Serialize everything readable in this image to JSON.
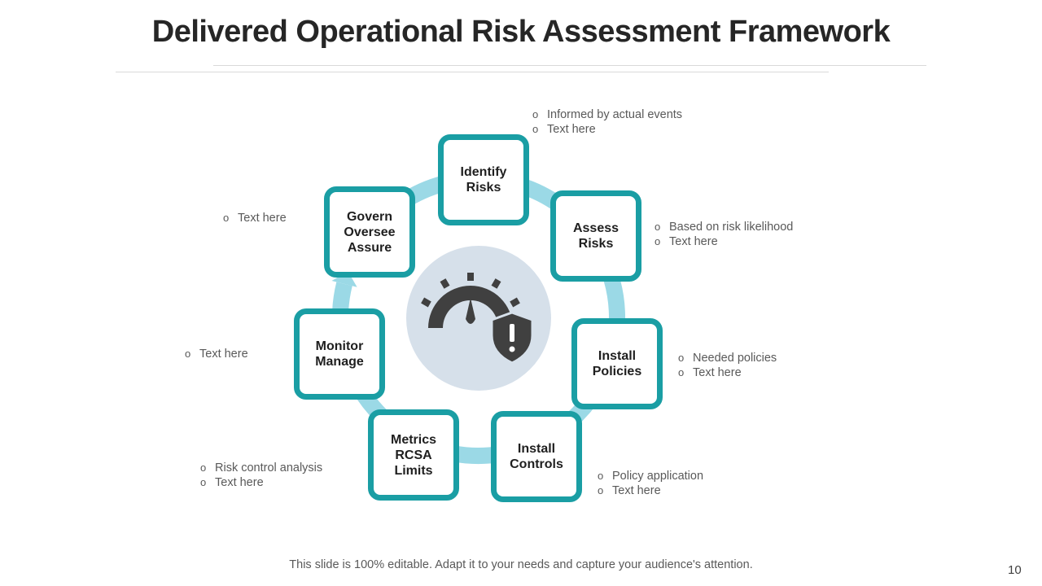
{
  "title": "Delivered Operational Risk Assessment Framework",
  "colors": {
    "accent": "#1a9ea4",
    "arrow": "#9bd9e6",
    "hub": "#d6e0ea",
    "icon": "#404040"
  },
  "center_icon": "risk-speedometer-shield-icon",
  "nodes": [
    {
      "label": "Identify\nRisks",
      "notes": [
        "Informed by actual events",
        "Text here"
      ]
    },
    {
      "label": "Assess\nRisks",
      "notes": [
        "Based on risk likelihood",
        "Text here"
      ]
    },
    {
      "label": "Install\nPolicies",
      "notes": [
        "Needed policies",
        "Text here"
      ]
    },
    {
      "label": "Install\nControls",
      "notes": [
        "Policy application",
        "Text here"
      ]
    },
    {
      "label": "Metrics\nRCSA\nLimits",
      "notes": [
        "Risk control analysis",
        "Text here"
      ]
    },
    {
      "label": "Monitor\nManage",
      "notes": [
        "Text here"
      ]
    },
    {
      "label": "Govern\nOversee\nAssure",
      "notes": [
        "Text here"
      ]
    }
  ],
  "bullet_glyph": "o",
  "footer": "This slide is 100% editable. Adapt it to your needs and capture your audience's attention.",
  "page_number": "10"
}
